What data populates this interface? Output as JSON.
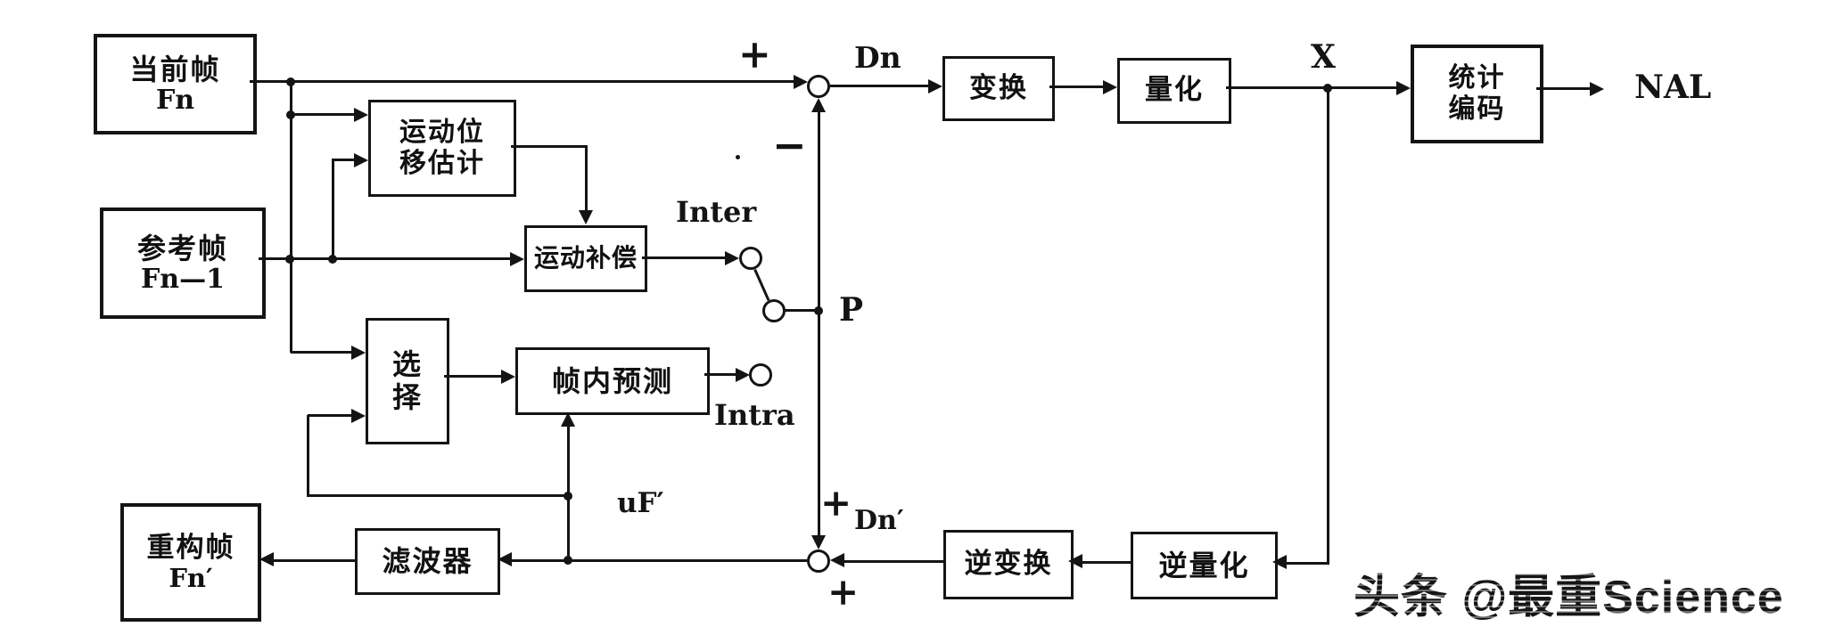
{
  "watermark": {
    "text": "头条 @最重Science"
  },
  "nodes": {
    "current_frame": {
      "label": "当前帧",
      "sub": "Fn"
    },
    "reference_frame": {
      "label": "参考帧",
      "sub": "Fn—1"
    },
    "motion_estimation": {
      "label": "运动位\n移估计"
    },
    "motion_compensation": {
      "label": "运动补偿"
    },
    "selection": {
      "label": "选\n择"
    },
    "intra_prediction": {
      "label": "帧内预测"
    },
    "reconstructed_frame": {
      "label": "重构帧",
      "sub": "Fn′"
    },
    "filter": {
      "label": "滤波器"
    },
    "transform": {
      "label": "变换"
    },
    "quantization": {
      "label": "量化"
    },
    "entropy_coding": {
      "label": "统计\n编码"
    },
    "inverse_quantization": {
      "label": "逆量化"
    },
    "inverse_transform": {
      "label": "逆变换"
    }
  },
  "signals": {
    "plus_subtractor": "+",
    "minus_subtractor": "−",
    "dn": "Dn",
    "x": "X",
    "nal": "NAL",
    "inter": "Inter",
    "intra": "Intra",
    "p": "P",
    "uf_prime": "uF′",
    "dn_prime": "Dn′",
    "plus_adder_top": "+",
    "plus_adder_bottom": "+"
  }
}
